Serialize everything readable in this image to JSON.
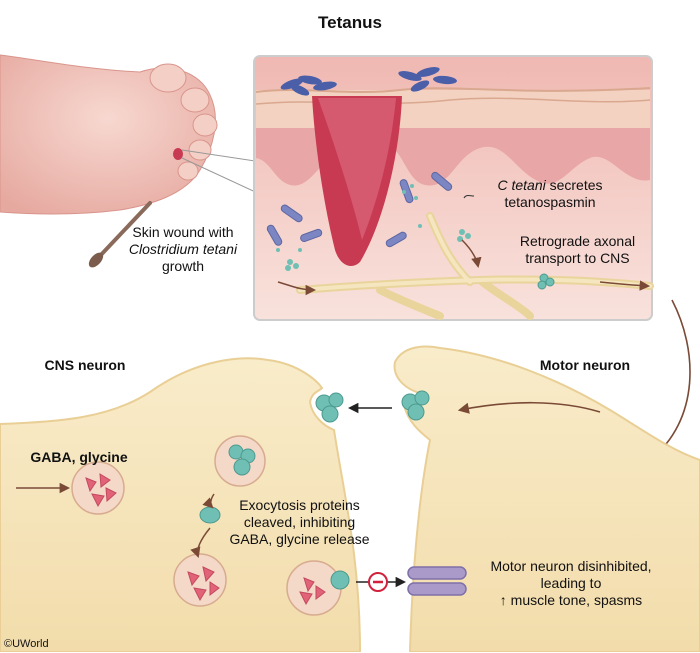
{
  "title": "Tetanus",
  "labels": {
    "wound": [
      "Skin wound with",
      "Clostridium tetani",
      "growth"
    ],
    "secretes": [
      "C tetani",
      "secretes",
      "tetanospasmin"
    ],
    "transport": [
      "Retrograde axonal",
      "transport to CNS"
    ],
    "cns_neuron": "CNS neuron",
    "motor_neuron": "Motor neuron",
    "gaba": "GABA, glycine",
    "exocytosis": [
      "Exocytosis proteins",
      "cleaved, inhibiting",
      "GABA, glycine release"
    ],
    "disinhibited": [
      "Motor neuron disinhibited,",
      "leading to",
      "↑ muscle tone, spasms"
    ],
    "copyright": "©UWorld"
  },
  "colors": {
    "skin": "#f2c9c2",
    "tissue": "#f3c8c3",
    "wound": "#c73a52",
    "neuron": "#f6e4b8",
    "neuron_edge": "#e9cf95",
    "vesicle": "#f4d8c8",
    "gaba": "#e26277",
    "toxin": "#6fbfb4",
    "receptor": "#a99ac9",
    "bacteria": "#7b86c2",
    "arrow": "#7a4a36",
    "inhibit": "#d1213b"
  }
}
